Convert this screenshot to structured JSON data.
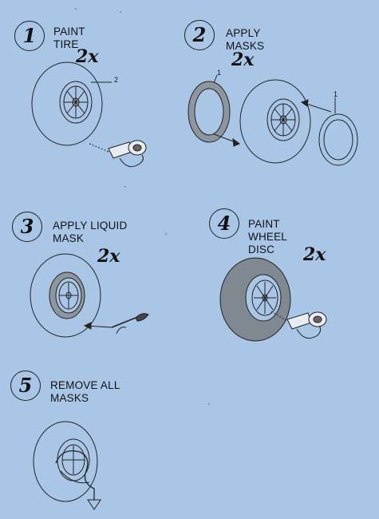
{
  "steps": [
    {
      "number": "1",
      "title": "PAINT TIRE",
      "quantity": "2x",
      "callouts": [
        "2"
      ]
    },
    {
      "number": "2",
      "title": "APPLY MASKS",
      "quantity": "2x",
      "callouts": [
        "1",
        "1"
      ]
    },
    {
      "number": "3",
      "title": "APPLY LIQUID MASK",
      "quantity": "2x"
    },
    {
      "number": "4",
      "title": "PAINT WHEEL DISC",
      "quantity": "2x"
    },
    {
      "number": "5",
      "title": "REMOVE ALL MASKS"
    }
  ],
  "colors": {
    "background": "#a9c6e6",
    "paint_fill": "#808891"
  }
}
